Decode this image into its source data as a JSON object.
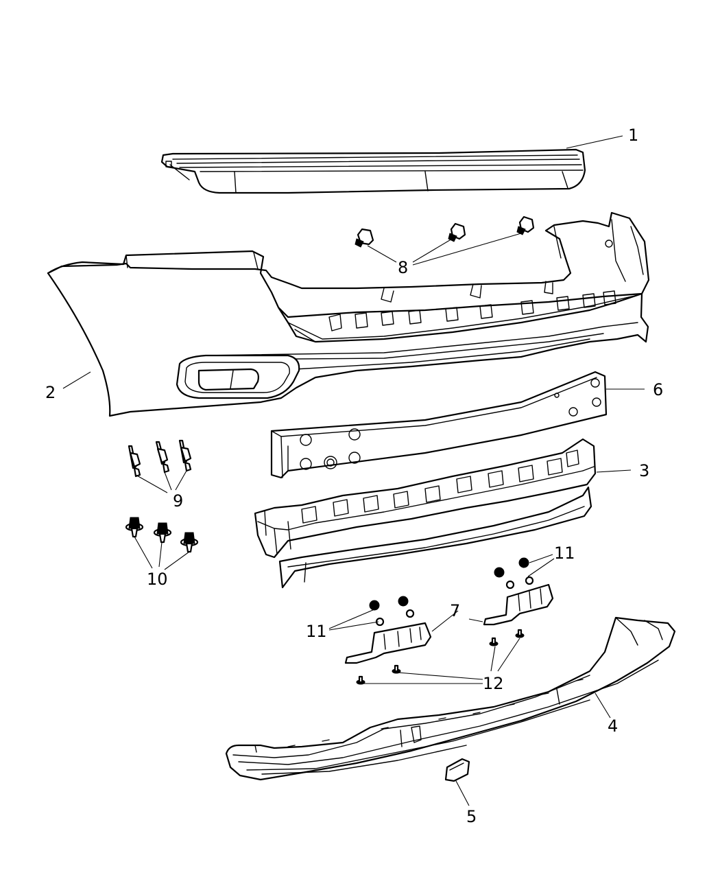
{
  "callouts": {
    "c1": "1",
    "c2": "2",
    "c3": "3",
    "c4": "4",
    "c5": "5",
    "c6": "6",
    "c7": "7",
    "c8": "8",
    "c9": "9",
    "c10": "10",
    "c11a": "11",
    "c11b": "11",
    "c12": "12"
  },
  "colors": {
    "line": "#000000",
    "background": "#ffffff"
  }
}
